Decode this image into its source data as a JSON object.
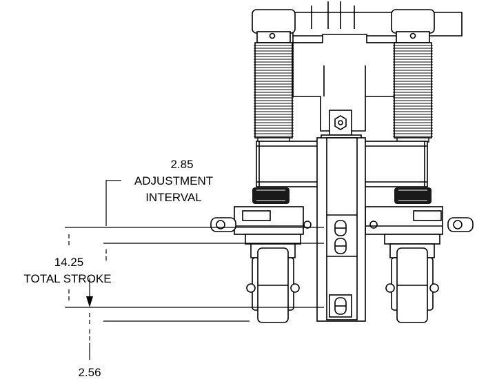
{
  "dimensions": {
    "adjustment_value": "2.85",
    "adjustment_line1": "ADJUSTMENT",
    "adjustment_line2": "INTERVAL",
    "stroke_value": "14.25",
    "stroke_label": "TOTAL STROKE",
    "bottom_value": "2.56"
  },
  "colors": {
    "ink": "#000000",
    "paper": "#ffffff",
    "rubber": "#1a1a1a"
  }
}
